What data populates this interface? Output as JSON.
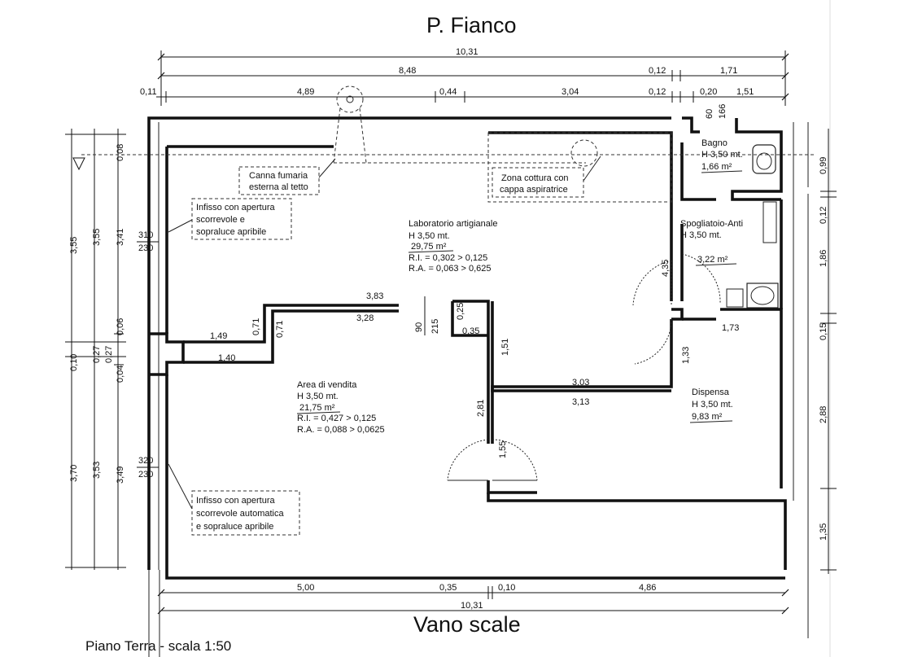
{
  "titles": {
    "top": "P. Fianco",
    "bottom": "Vano scale",
    "footer": "Piano Terra - scala 1:50"
  },
  "dimensions_top": {
    "row1_total": "10,31",
    "row2_a": "8,48",
    "row2_b": "0,12",
    "row2_c": "1,71",
    "row3_a": "0,11",
    "row3_b": "4,89",
    "row3_c": "0,44",
    "row3_d": "3,04",
    "row3_e": "0,12",
    "row3_f": "0,20",
    "row3_g": "1,51"
  },
  "dimensions_bottom": {
    "a": "5,00",
    "b": "0,35",
    "c": "0,10",
    "d": "4,86",
    "total": "10,31"
  },
  "dimensions_left": {
    "o1": "3,55",
    "o2": "0,10",
    "o3": "3,70",
    "m1": "3,55",
    "m2": "0,27",
    "m3": "3,53",
    "i1": "0,08",
    "i2": "3,41",
    "i3": "0,06",
    "i4": "0,27",
    "i5": "0,04",
    "i6": "3,49"
  },
  "dimensions_right": {
    "a": "0,99",
    "b": "0,12",
    "c": "1,86",
    "d": "0,15",
    "e": "2,88",
    "f": "1,35"
  },
  "window_heights": {
    "w1_top": "310",
    "w1_bottom": "230",
    "w2_top": "320",
    "w2_bottom": "230"
  },
  "interior_dims": {
    "d_383": "3,83",
    "d_328": "3,28",
    "d_149": "1,49",
    "d_140": "1,40",
    "d_071a": "0,71",
    "d_071b": "0,71",
    "d_90": "90",
    "d_215": "215",
    "d_025": "0,25",
    "d_035": "0,35",
    "d_151": "1,51",
    "d_281": "2,81",
    "d_155": "1,55",
    "d_303": "3,03",
    "d_313": "3,13",
    "d_435": "4,35",
    "d_173": "1,73",
    "d_133": "1,33",
    "d_60": "60",
    "d_166": "166"
  },
  "rooms": {
    "laboratorio": {
      "name": "Laboratorio artigianale",
      "height": "H 3,50 mt.",
      "area": "29,75 m²",
      "ri": "R.I. = 0,302 > 0,125",
      "ra": "R.A. = 0,063 > 0,625"
    },
    "vendita": {
      "name": "Area di vendita",
      "height": "H 3,50 mt.",
      "area": "21,75 m²",
      "ri": "R.I. = 0,427 > 0,125",
      "ra": "R.A. = 0,088 > 0,0625"
    },
    "bagno": {
      "name": "Bagno",
      "height": "H 3,50 mt.",
      "area": "1,66 m²"
    },
    "spogliatoio": {
      "name": "Spogliatoio-Anti",
      "height": "H 3,50 mt.",
      "area": "3,22 m²"
    },
    "dispensa": {
      "name": "Dispensa",
      "height": "H 3,50 mt.",
      "area": "9,83 m²"
    }
  },
  "notes": {
    "canna_l1": "Canna fumaria",
    "canna_l2": "esterna al tetto",
    "cottura_l1": "Zona cottura con",
    "cottura_l2": "cappa aspiratrice",
    "infisso1_l1": "Infisso con apertura",
    "infisso1_l2": "scorrevole e",
    "infisso1_l3": "sopraluce apribile",
    "infisso2_l1": "Infisso con apertura",
    "infisso2_l2": "scorrevole automatica",
    "infisso2_l3": "e  sopraluce apribile"
  }
}
